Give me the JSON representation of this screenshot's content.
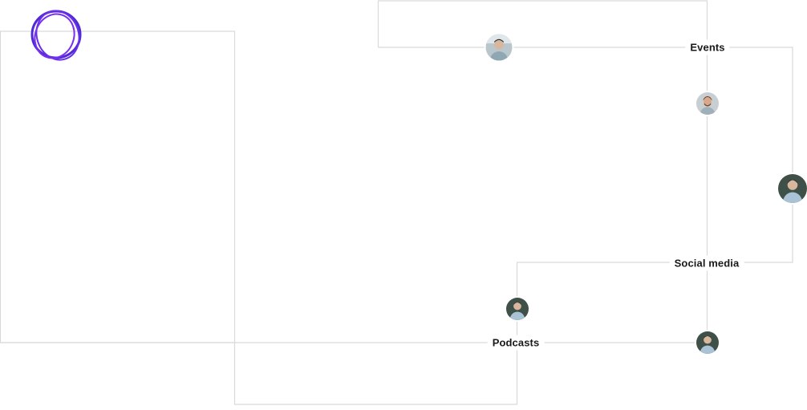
{
  "nodes": {
    "events": "Events",
    "social_media": "Social media",
    "podcasts": "Podcasts"
  },
  "colors": {
    "line": "#d9d9d9",
    "logo_primary": "#4f2bd6",
    "logo_secondary": "#7b2ff2"
  },
  "icons": {
    "logo": "scribble-circle-logo",
    "avatar": "person-avatar"
  }
}
